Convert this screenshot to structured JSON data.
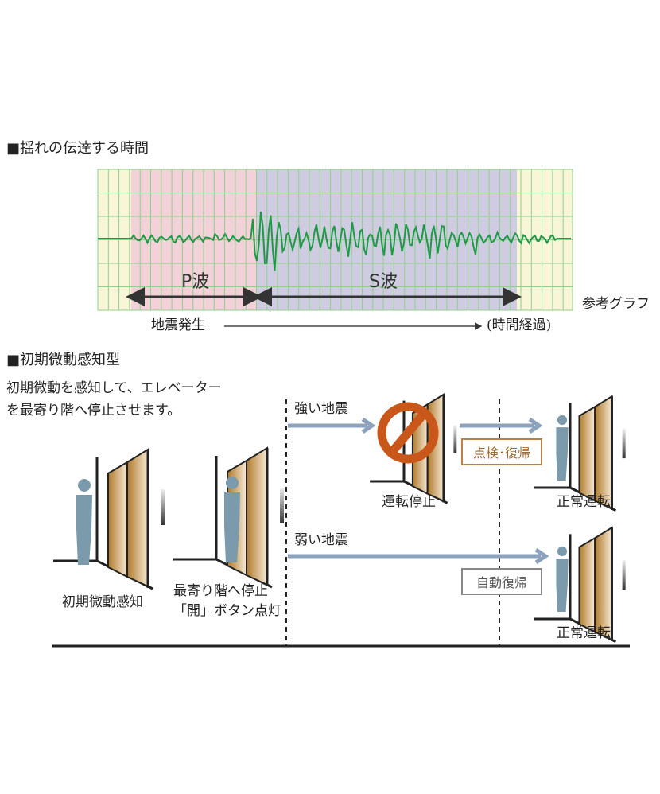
{
  "section1": {
    "title": "■揺れの伝達する時間",
    "p_wave_label": "P波",
    "s_wave_label": "S波",
    "graph_caption": "参考グラフ",
    "timeline_start": "地震発生",
    "timeline_end": "(時間経過)"
  },
  "section2": {
    "title": "■初期微動感知型",
    "description_line1": "初期微動を感知して、エレベーター",
    "description_line2": "を最寄り階へ停止させます。",
    "step1_label": "初期微動感知",
    "step2_label_line1": "最寄り階へ停止",
    "step2_label_line2": "「開」ボタン点灯",
    "strong_quake": "強い地震",
    "weak_quake": "弱い地震",
    "stopped_label": "運転停止",
    "inspection_label": "点検･復帰",
    "auto_recovery_label": "自動復帰",
    "normal_op_top": "正常運転",
    "normal_op_bottom": "正常運転"
  },
  "colors": {
    "wave": "#1e9a46",
    "p_region": "#f0c8d8",
    "s_region": "#c8c4e4",
    "grid": "#8fd08a",
    "arrow": "#8da3bd",
    "person": "#7b9aab",
    "prohibition": "#c9571a",
    "inspection_border": "#b5834a"
  }
}
